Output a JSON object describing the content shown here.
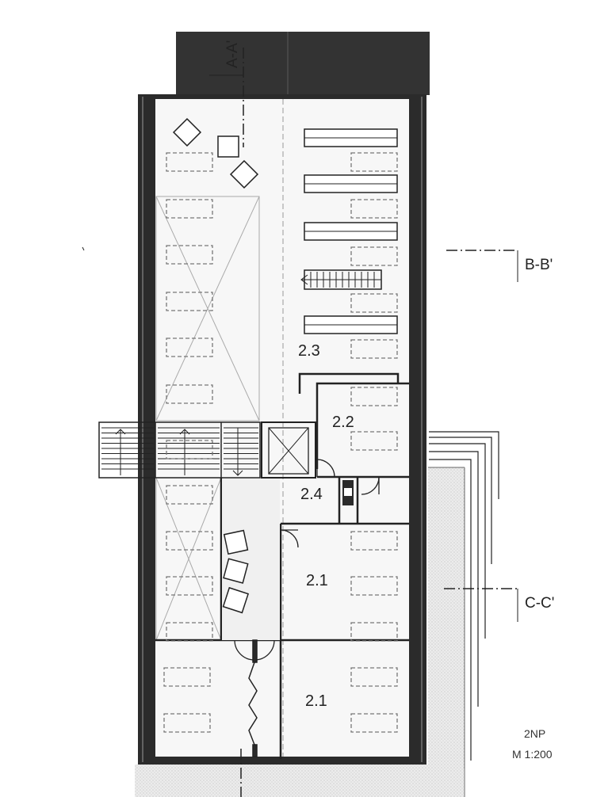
{
  "rooms": {
    "r23": "2.3",
    "r22": "2.2",
    "r24": "2.4",
    "r21a": "2.1",
    "r21b": "2.1"
  },
  "sections": {
    "aa": "A-A'",
    "bb": "B-B'",
    "cc": "C-C'"
  },
  "sheet": {
    "floor": "2NP",
    "scale": "M 1:200"
  },
  "colors": {
    "wall": "#2b2b2b",
    "roof": "#333333",
    "ground_hatch": "#e6e6e6",
    "floor": "#f6f6f6",
    "line": "#222222",
    "furniture": "#777777"
  }
}
